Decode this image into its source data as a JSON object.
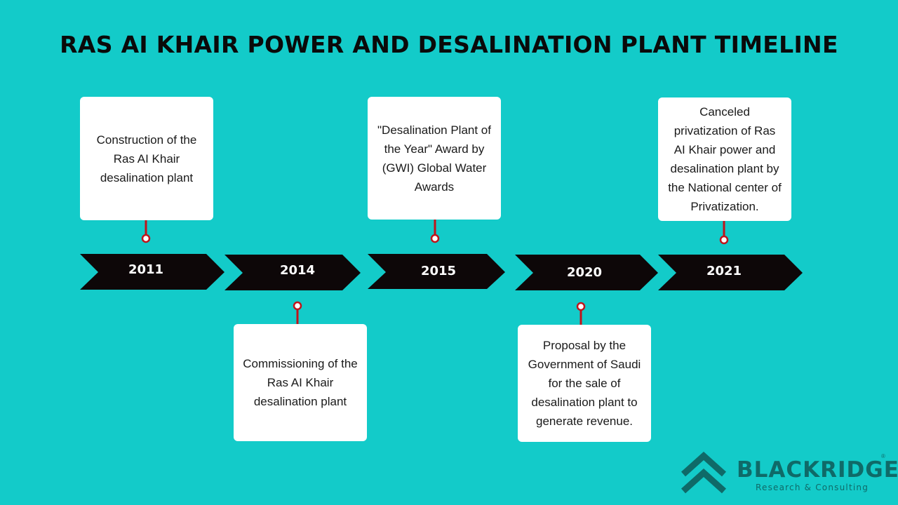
{
  "title": "RAS AI KHAIR POWER AND DESALINATION PLANT TIMELINE",
  "colors": {
    "background": "#13cbc9",
    "arrow": "#0d0708",
    "connector": "#c0141b",
    "brand": "#0f6a68"
  },
  "events": [
    {
      "year": "2011",
      "text": "Construction of the\nRas AI Khair\ndesalination plant"
    },
    {
      "year": "2014",
      "text": "Commissioning of the\nRas AI Khair\ndesalination plant"
    },
    {
      "year": "2015",
      "text": "\"Desalination Plant of\nthe Year\" Award by\n(GWI) Global Water\nAwards"
    },
    {
      "year": "2020",
      "text": "Proposal by the\nGovernment of Saudi\nfor the sale of\ndesalination plant to\ngenerate revenue."
    },
    {
      "year": "2021",
      "text": "Canceled\nprivatization of Ras\nAI Khair power and\ndesalination plant by\nthe National center of\nPrivatization."
    }
  ],
  "brand": {
    "name": "BLACKRIDGE",
    "tagline": "Research & Consulting",
    "registered": "®",
    "icon": "chevron-mountain-icon"
  }
}
